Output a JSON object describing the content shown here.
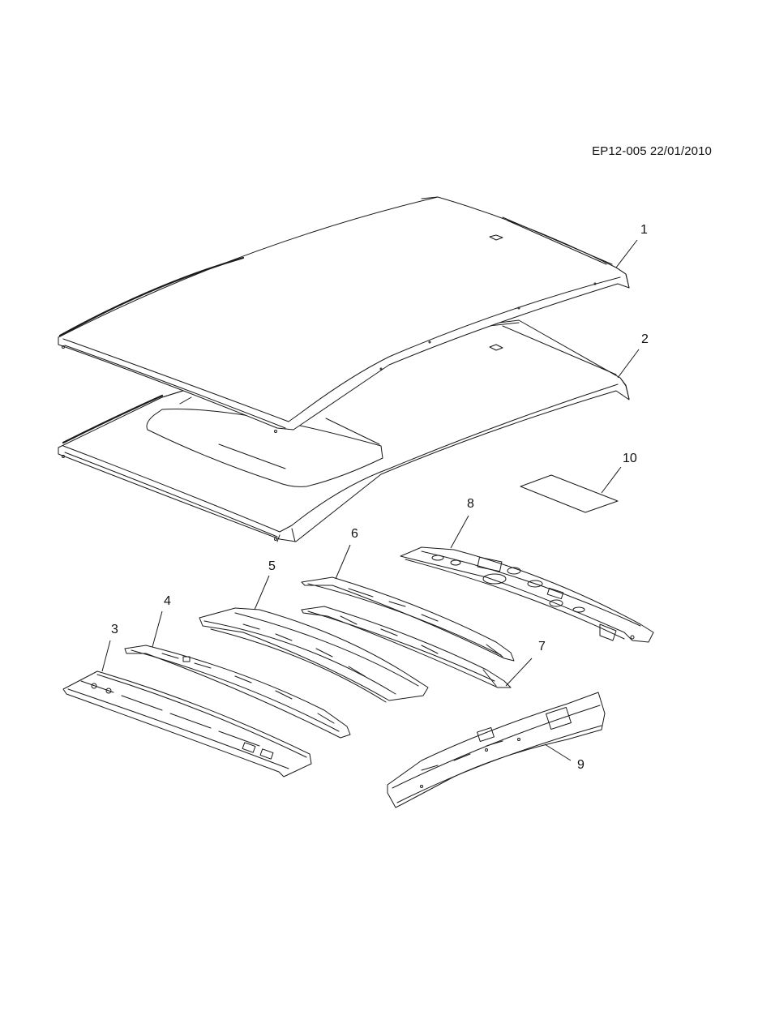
{
  "document_reference": "EP12-005 22/01/2010",
  "parts": [
    {
      "number": "1"
    },
    {
      "number": "2"
    },
    {
      "number": "3"
    },
    {
      "number": "4"
    },
    {
      "number": "5"
    },
    {
      "number": "6"
    },
    {
      "number": "7"
    },
    {
      "number": "8"
    },
    {
      "number": "9"
    },
    {
      "number": "10"
    }
  ]
}
